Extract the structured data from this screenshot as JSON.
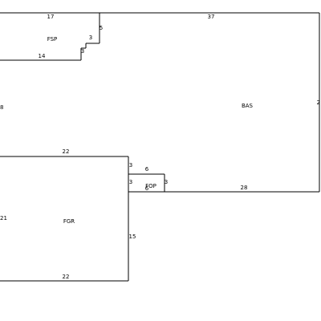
{
  "sketch": {
    "areas": {
      "bas": {
        "code": "BAS"
      },
      "fsp": {
        "code": "FSP"
      },
      "fgr": {
        "code": "FGR"
      },
      "fop": {
        "code": "FOP"
      }
    },
    "dimensions": {
      "fsp_top": "17",
      "fsp_right_step": "5",
      "fsp_inner_step": "3",
      "fsp_left_step": "3",
      "fsp_bottom": "14",
      "bas_top": "37",
      "bas_right": "2",
      "bas_left": "8",
      "bas_bottom": "28",
      "fgr_top": "22",
      "fgr_left": "21",
      "fgr_right": "15",
      "fgr_bottom": "22",
      "fgr_step_upper": "3",
      "fgr_step_lower": "3",
      "fop_top": "6",
      "fop_left": "3",
      "fop_right": "3",
      "fop_bottom": "6"
    },
    "colors": {
      "line": "#000000",
      "background": "#ffffff"
    }
  }
}
